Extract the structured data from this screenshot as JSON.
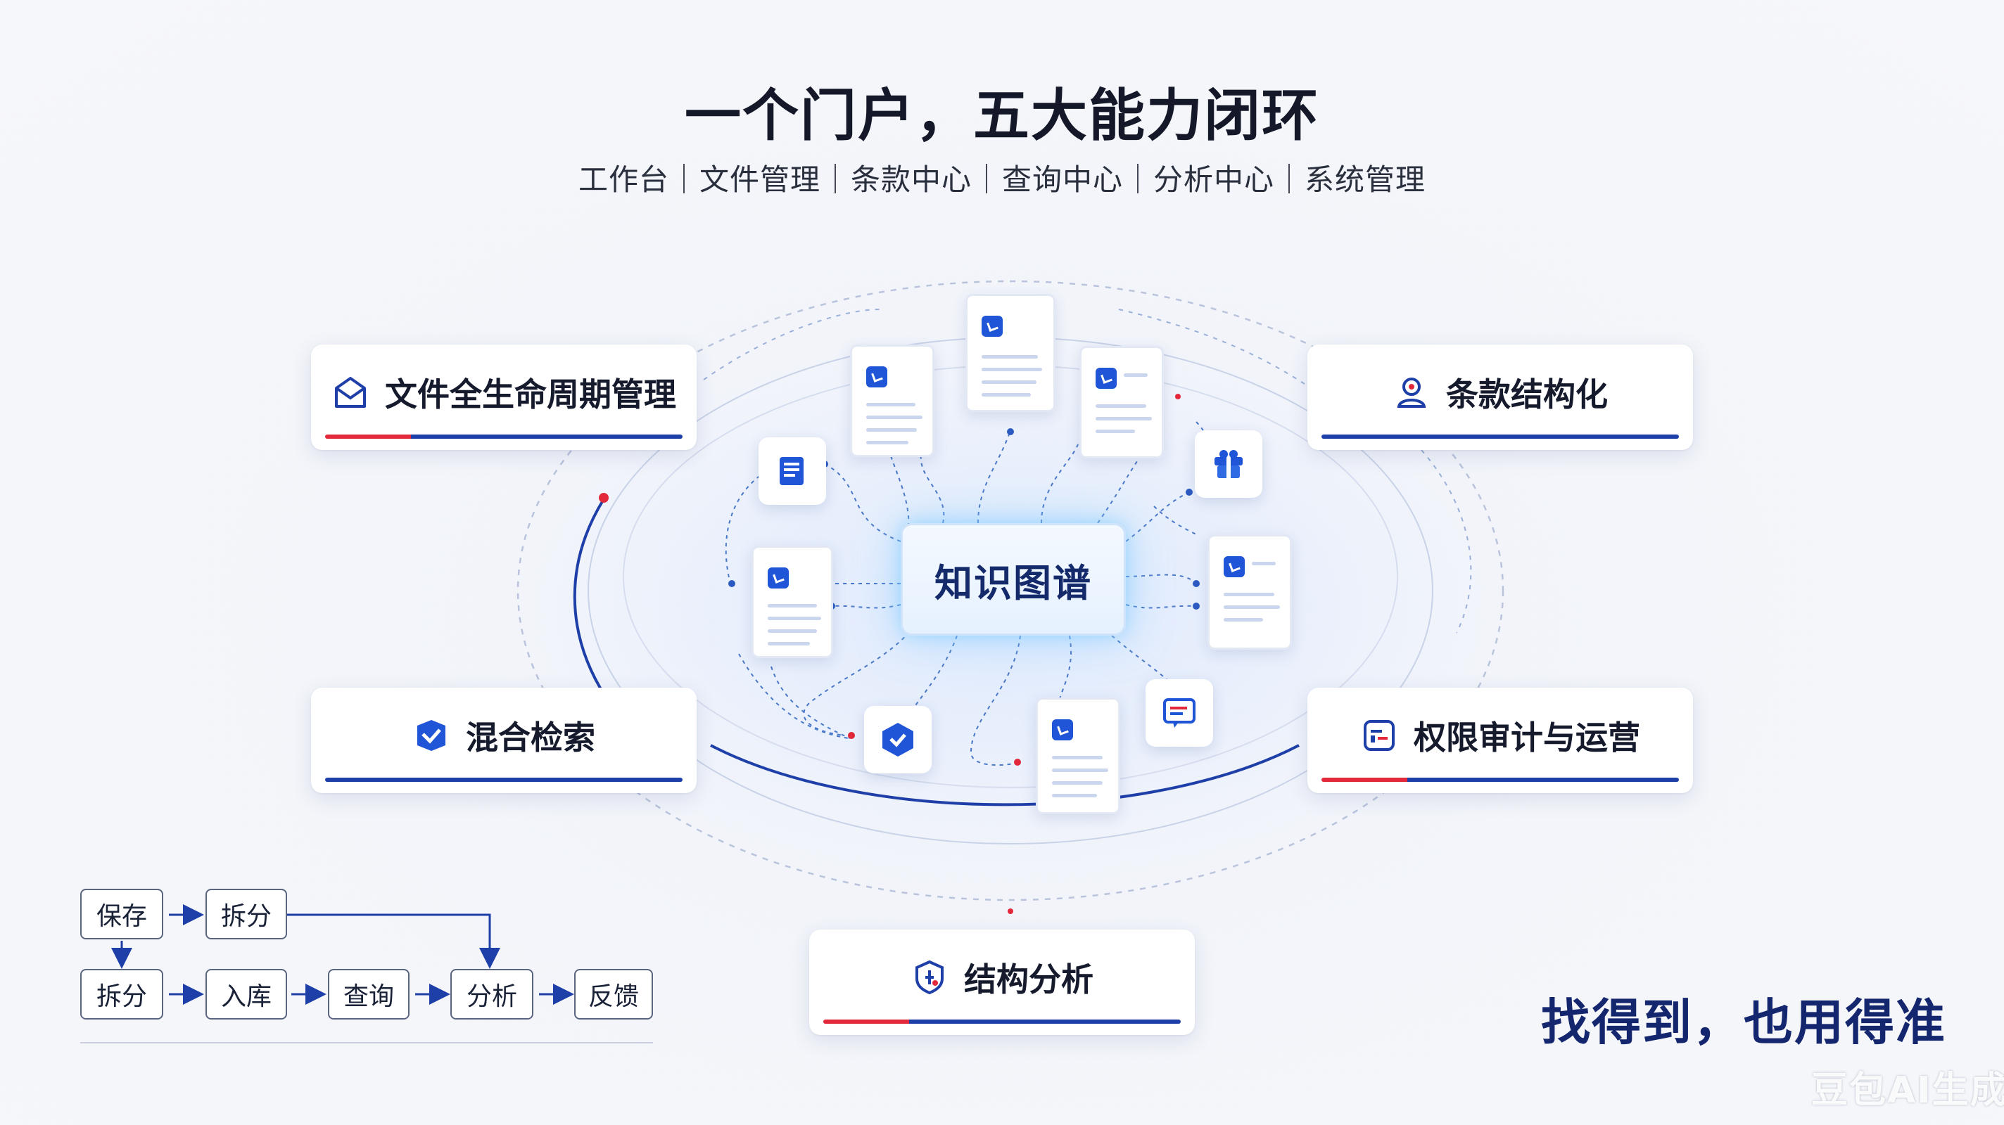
{
  "title": "一个门户，五大能力闭环",
  "subtitle": "工作台｜文件管理｜条款中心｜查询中心｜分析中心｜系统管理",
  "center": {
    "label": "知识图谱"
  },
  "capabilities": [
    {
      "label": "文件全生命周期管理",
      "icon": "envelope-icon"
    },
    {
      "label": "条款结构化",
      "icon": "user-icon"
    },
    {
      "label": "混合检索",
      "icon": "check-shield-icon"
    },
    {
      "label": "权限审计与运营",
      "icon": "audit-icon"
    },
    {
      "label": "结构分析",
      "icon": "shield-icon"
    }
  ],
  "flow": {
    "row1": [
      "保存",
      "拆分"
    ],
    "row2": [
      "拆分",
      "入库",
      "查询",
      "分析",
      "反馈"
    ]
  },
  "slogan": "找得到，也用得准",
  "watermark": "豆包AI生成",
  "colors": {
    "accent": "#1f3fa8",
    "red": "#e2283a",
    "brand_blue": "#1f55d6"
  }
}
